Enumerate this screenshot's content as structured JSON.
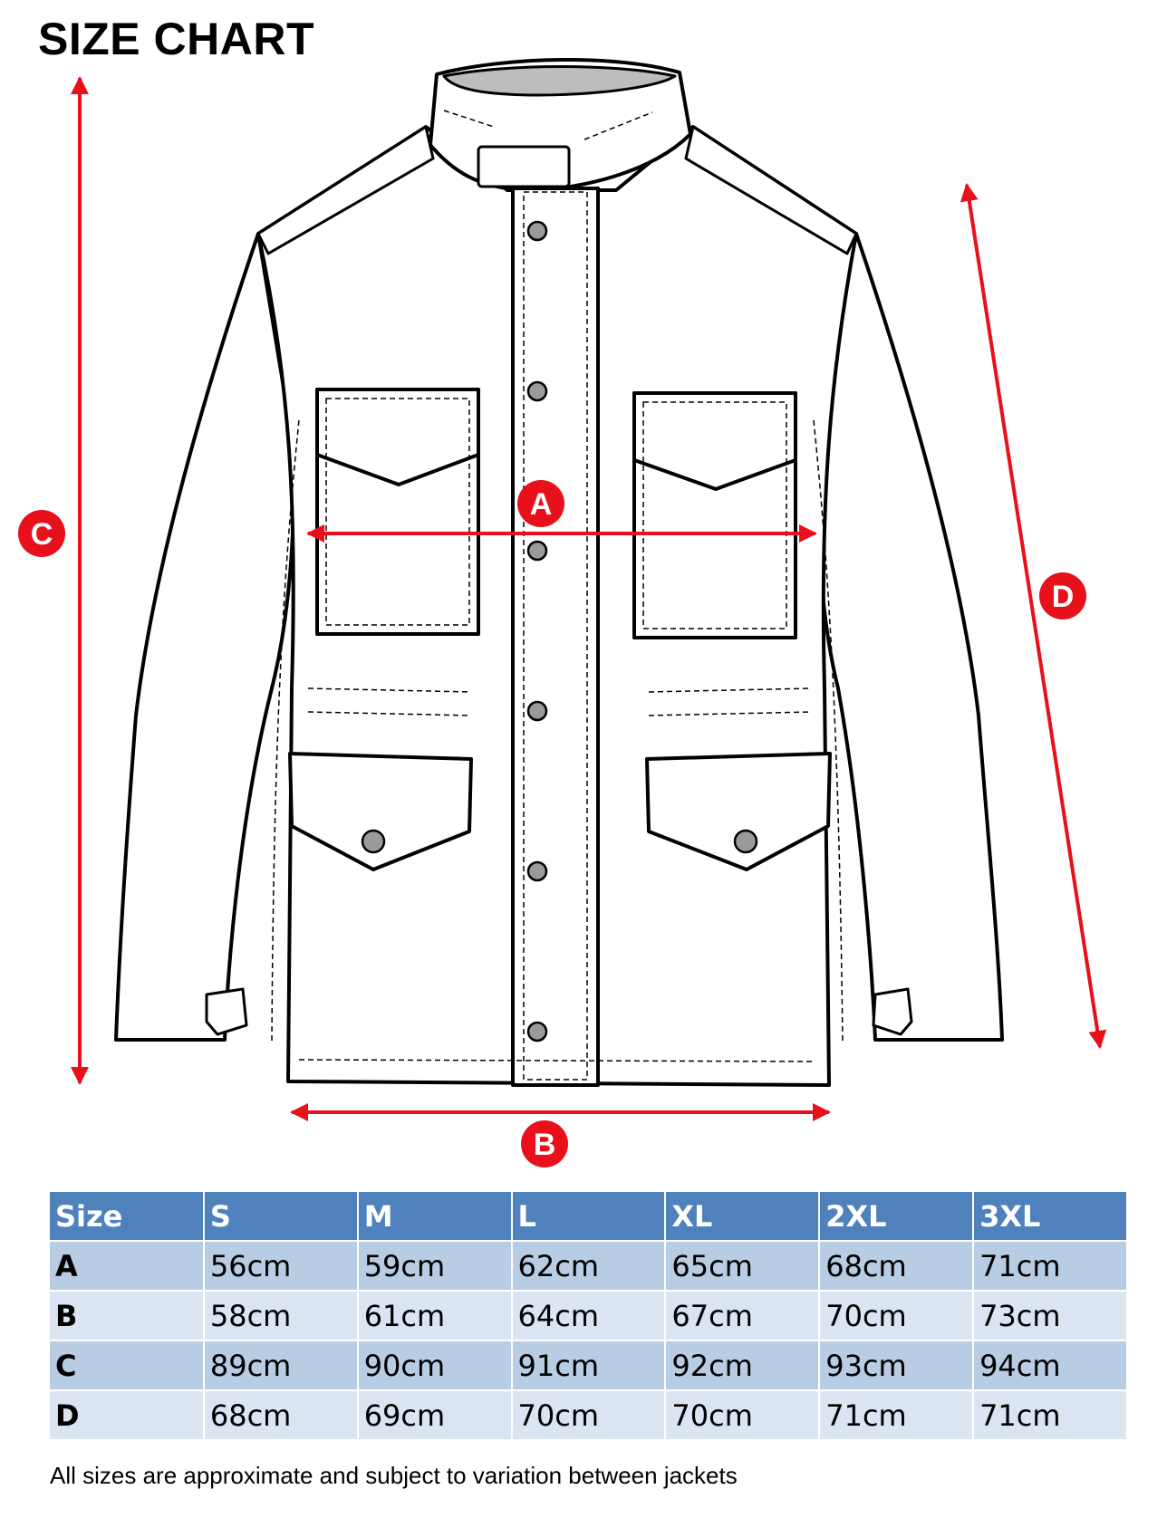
{
  "title": "SIZE CHART",
  "labels": {
    "a": "A",
    "b": "B",
    "c": "C",
    "d": "D"
  },
  "colors": {
    "arrow": "#e8101a",
    "header": "#4f81bd",
    "row_odd": "#b8cce4",
    "row_even": "#dbe5f1"
  },
  "table": {
    "headers": [
      "Size",
      "S",
      "M",
      "L",
      "XL",
      "2XL",
      "3XL"
    ],
    "rows": [
      [
        "A",
        "56cm",
        "59cm",
        "62cm",
        "65cm",
        "68cm",
        "71cm"
      ],
      [
        "B",
        "58cm",
        "61cm",
        "64cm",
        "67cm",
        "70cm",
        "73cm"
      ],
      [
        "C",
        "89cm",
        "90cm",
        "91cm",
        "92cm",
        "93cm",
        "94cm"
      ],
      [
        "D",
        "68cm",
        "69cm",
        "70cm",
        "70cm",
        "71cm",
        "71cm"
      ]
    ]
  },
  "footnote": "All sizes are approximate and subject to variation between jackets"
}
